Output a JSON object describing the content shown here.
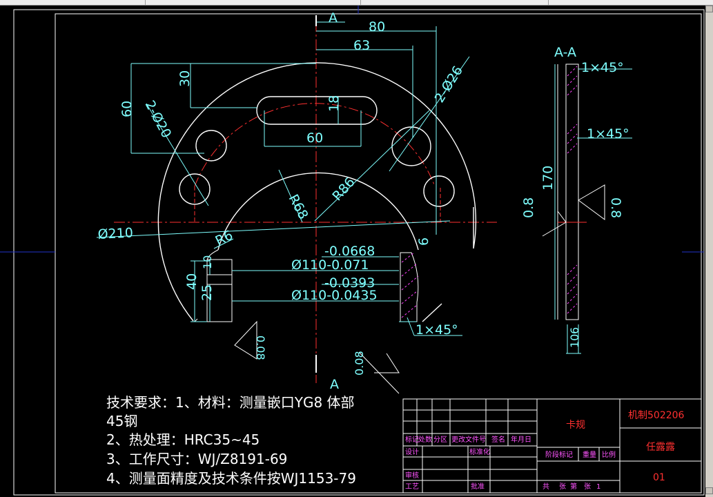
{
  "colors": {
    "background": "#000000",
    "outline": "#ffffff",
    "dimension": "#7fffff",
    "centerline": "#ff3030",
    "hatch": "#ff44ff",
    "border": "#2233cc"
  },
  "section": {
    "label_a_top": "A",
    "label_a_bottom": "A",
    "title": "A-A",
    "chamfer_top": "1×45°",
    "chamfer_mid": "1×45°",
    "dim_170": "170",
    "dim_08_left": "0.8",
    "dim_08_right": "0.8",
    "dim_bottom_6": "6",
    "dim_bottom_10": "10"
  },
  "front": {
    "dim_80": "80",
    "dim_63": "63",
    "dim_60_top": "60",
    "dim_30": "30",
    "dim_18": "18",
    "dim_60_slot": "60",
    "hole_left": "2-Ø20",
    "hole_right": "2-Ø26",
    "r86": "R86",
    "r68": "R68",
    "r6": "R6",
    "d210": "Ø210",
    "tol_upper_1": "-0.0668",
    "d110_1": "Ø110-0.071",
    "tol_upper_2": "-0.0393",
    "d110_2": "Ø110-0.0435",
    "dim_10": "10",
    "dim_40": "40",
    "dim_25": "25",
    "dim_6": "6",
    "chamfer_bottom": "1×45°",
    "rough_1": "0.08",
    "rough_2": "0.08"
  },
  "notes": {
    "line1": "技术要求：1、材料：测量嵌口YG8  体部",
    "line2": "45钢",
    "line3": "2、热处理：HRC35~45",
    "line4": "3、工作尺寸：WJ/Z8191-69",
    "line5": "4、测量面精度及技术条件按WJ1153-79"
  },
  "title_block": {
    "part_name": "卡规",
    "drawing_no": "机制502206",
    "designer": "任露露",
    "sheet": "01",
    "row_labels": [
      "标记",
      "处数",
      "分区",
      "更改文件号",
      "签名",
      "年月日"
    ],
    "design": "设计",
    "standardize": "标准化",
    "review": "审核",
    "process": "工艺",
    "approve": "批准",
    "stage_mark": "阶段标记",
    "weight": "重量",
    "scale": "比例",
    "total": "共",
    "sheets": "张",
    "page": "第",
    "page_of": "张",
    "page_num": "1"
  }
}
